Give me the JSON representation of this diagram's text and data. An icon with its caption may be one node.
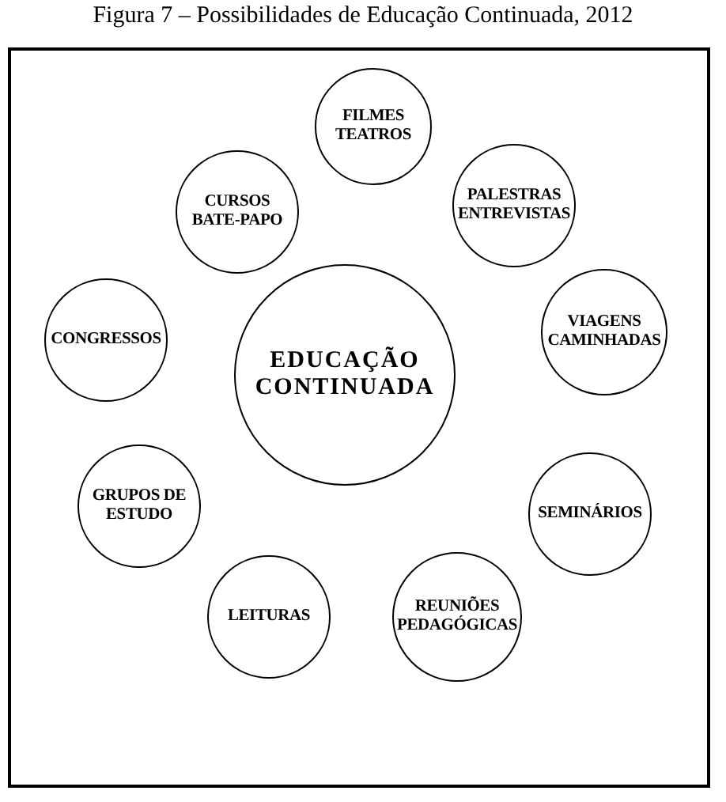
{
  "diagram": {
    "title": "Figura 7 – Possibilidades de Educação Continuada, 2012",
    "nodes": [
      {
        "text": [
          "FILMES TEATROS"
        ]
      },
      {
        "text": [
          "CURSOS BATE-PAPO"
        ]
      },
      {
        "text": [
          "PALESTRAS ENTREVISTAS"
        ]
      },
      {
        "text": [
          "CONGRESSOS"
        ]
      },
      {
        "text": [
          "EDUCAÇÃO CONTINUADA"
        ]
      },
      {
        "text": [
          "VIAGENS CAMINHADAS"
        ]
      },
      {
        "text": [
          "GRUPOS DE ESTUDO"
        ]
      },
      {
        "text": [
          "SEMINÁRIOS"
        ]
      },
      {
        "text": [
          "LEITURAS"
        ]
      },
      {
        "text": [
          "REUNIÕES PEDAGÓGICAS"
        ]
      }
    ]
  }
}
